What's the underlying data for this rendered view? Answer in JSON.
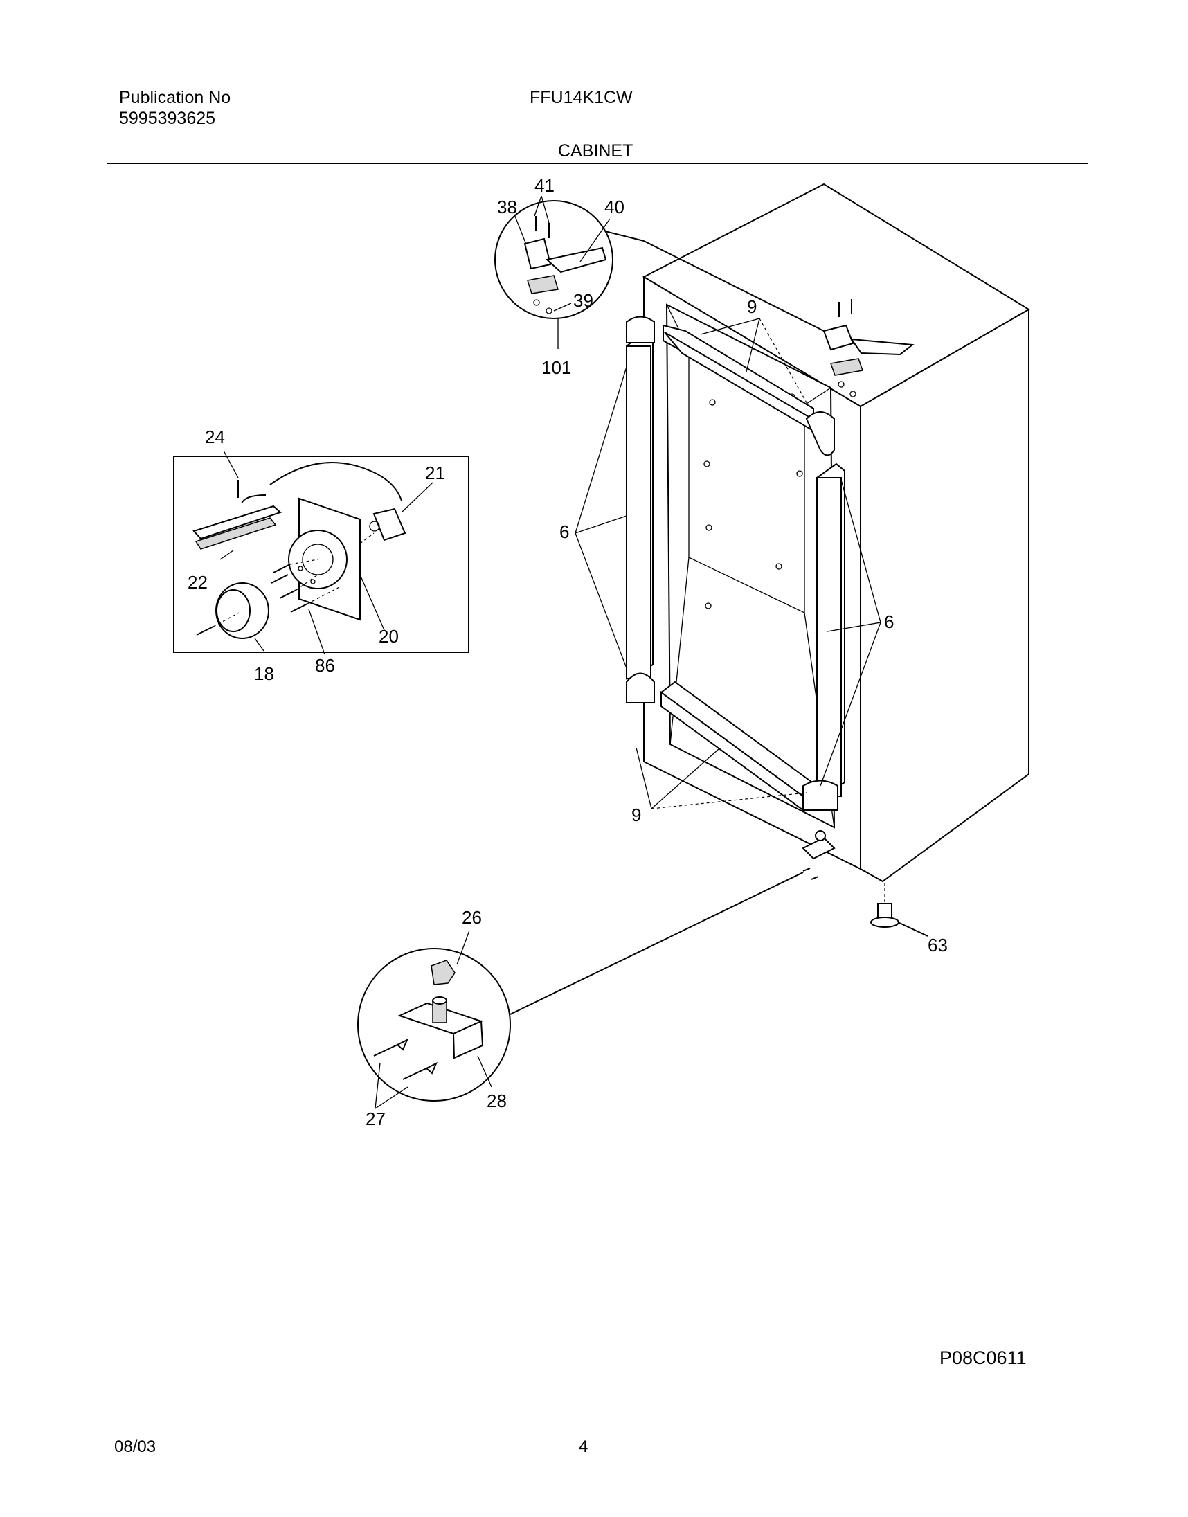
{
  "header": {
    "publication_label": "Publication No",
    "publication_number": "5995393625",
    "model": "FFU14K1CW",
    "section_title": "CABINET"
  },
  "callouts": {
    "c41": "41",
    "c38": "38",
    "c40": "40",
    "c39": "39",
    "c101": "101",
    "c9_top": "9",
    "c9_bottom": "9",
    "c6_left": "6",
    "c6_right": "6",
    "c24": "24",
    "c21": "21",
    "c22": "22",
    "c20": "20",
    "c18": "18",
    "c86": "86",
    "c26": "26",
    "c27": "27",
    "c28": "28",
    "c63": "63"
  },
  "footer": {
    "art_code": "P08C0611",
    "date": "08/03",
    "page_number": "4"
  }
}
